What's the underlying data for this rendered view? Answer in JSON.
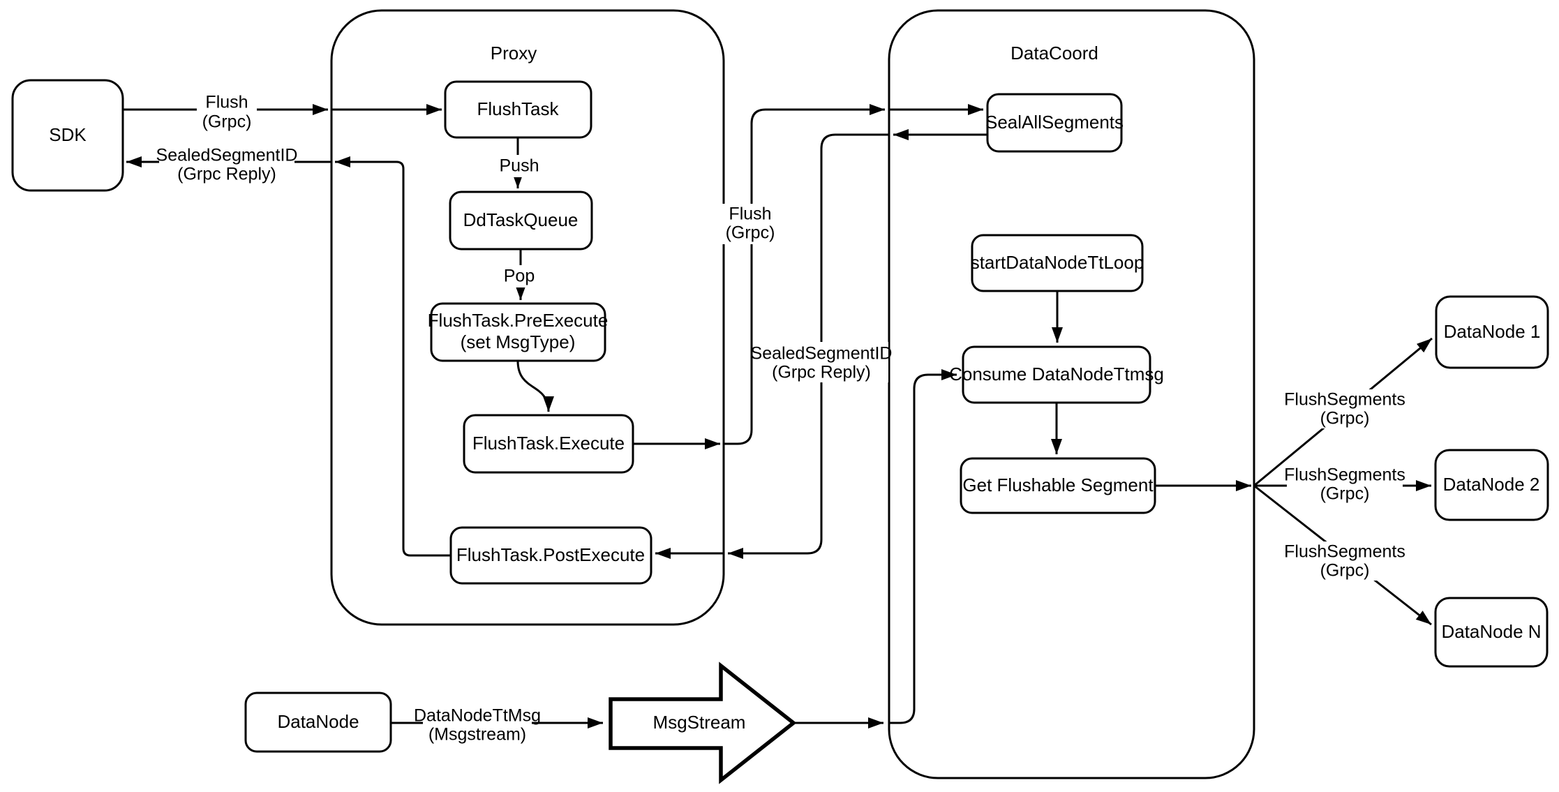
{
  "diagram": {
    "type": "flow-diagram",
    "colors": {
      "stroke": "#000000",
      "background": "#ffffff"
    },
    "containers": {
      "proxy": {
        "title": "Proxy"
      },
      "datacoord": {
        "title": "DataCoord"
      }
    },
    "nodes": {
      "sdk": {
        "label": "SDK"
      },
      "flush_task": {
        "label": "FlushTask"
      },
      "dd_task_queue": {
        "label": "DdTaskQueue"
      },
      "pre_execute": {
        "lines": [
          "FlushTask.PreExecute",
          "(set MsgType)"
        ]
      },
      "execute": {
        "label": "FlushTask.Execute"
      },
      "post_execute": {
        "label": "FlushTask.PostExecute"
      },
      "seal_all_segments": {
        "label": "SealAllSegments"
      },
      "start_datanode_tt_loop": {
        "label": "startDataNodeTtLoop"
      },
      "consume_datanode_ttmsg": {
        "label": "Consume DataNodeTtmsg"
      },
      "get_flushable_segment": {
        "label": "Get Flushable Segment"
      },
      "datanode_1": {
        "label": "DataNode 1"
      },
      "datanode_2": {
        "label": "DataNode 2"
      },
      "datanode_n": {
        "label": "DataNode N"
      },
      "datanode_src": {
        "label": "DataNode"
      },
      "msgstream": {
        "label": "MsgStream"
      }
    },
    "edge_labels": {
      "flush_sdk": {
        "lines": [
          "Flush",
          "(Grpc)"
        ]
      },
      "sealed_sdk": {
        "lines": [
          "SealedSegmentID",
          "(Grpc Reply)"
        ]
      },
      "push": {
        "label": "Push"
      },
      "pop": {
        "label": "Pop"
      },
      "flush_mid": {
        "lines": [
          "Flush",
          "(Grpc)"
        ]
      },
      "sealed_mid": {
        "lines": [
          "SealedSegmentID",
          "(Grpc Reply)"
        ]
      },
      "flush_segments_1": {
        "lines": [
          "FlushSegments",
          "(Grpc)"
        ]
      },
      "flush_segments_2": {
        "lines": [
          "FlushSegments",
          "(Grpc)"
        ]
      },
      "flush_segments_3": {
        "lines": [
          "FlushSegments",
          "(Grpc)"
        ]
      },
      "datanode_ttmsg": {
        "lines": [
          "DataNodeTtMsg",
          "(Msgstream)"
        ]
      }
    }
  }
}
